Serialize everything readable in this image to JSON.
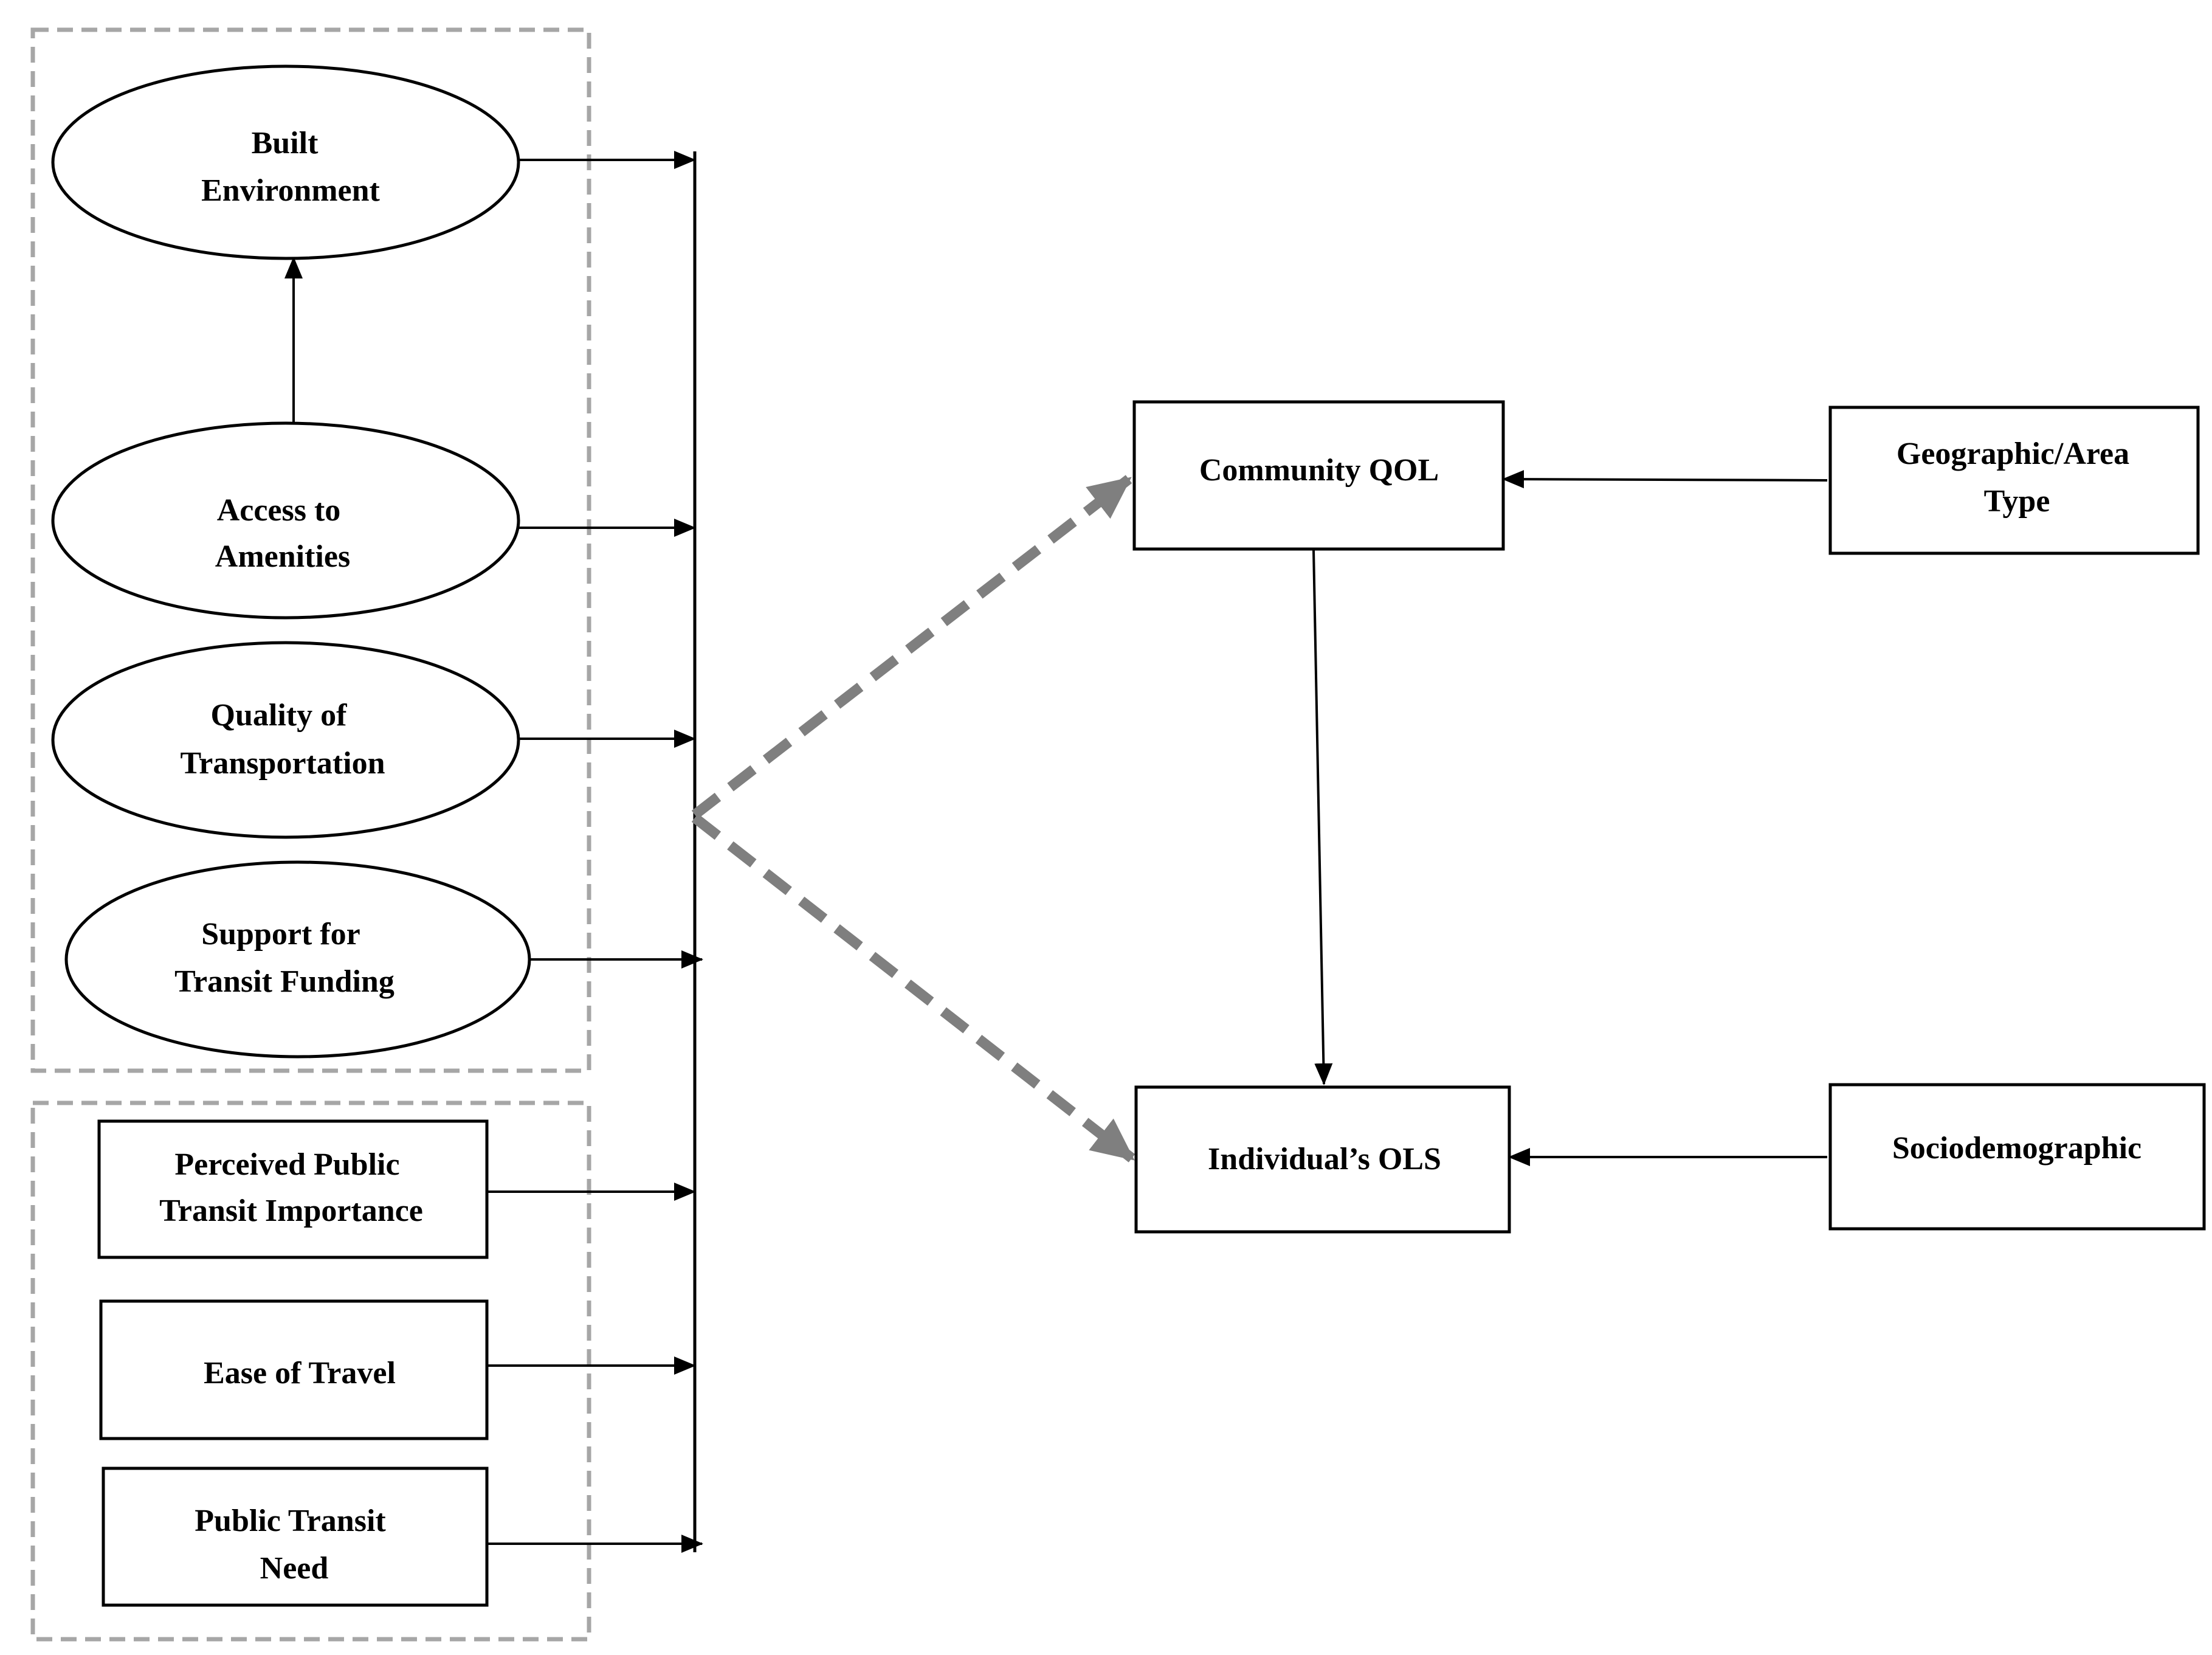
{
  "nodes": {
    "built_environment": [
      "Built",
      "Environment"
    ],
    "access_to_amenities": [
      "Access to",
      "Amenities"
    ],
    "quality_of_transportation": [
      "Quality of",
      "Transportation"
    ],
    "support_for_transit_funding": [
      "Support for",
      "Transit Funding"
    ],
    "perceived_public_transit_importance": [
      "Perceived Public",
      "Transit Importance"
    ],
    "ease_of_travel": [
      "Ease of Travel"
    ],
    "public_transit_need": [
      "Public Transit",
      "Need"
    ],
    "community_qol": [
      "Community QOL"
    ],
    "individuals_ols": [
      "Individual’s OLS"
    ],
    "geographic_area_type": [
      "Geographic/Area",
      "Type"
    ],
    "sociodemographic": [
      "Sociodemographic"
    ]
  },
  "colors": {
    "group_border": "#a6a6a6",
    "dashed_arrow": "#7f7f7f",
    "line": "#000000"
  }
}
